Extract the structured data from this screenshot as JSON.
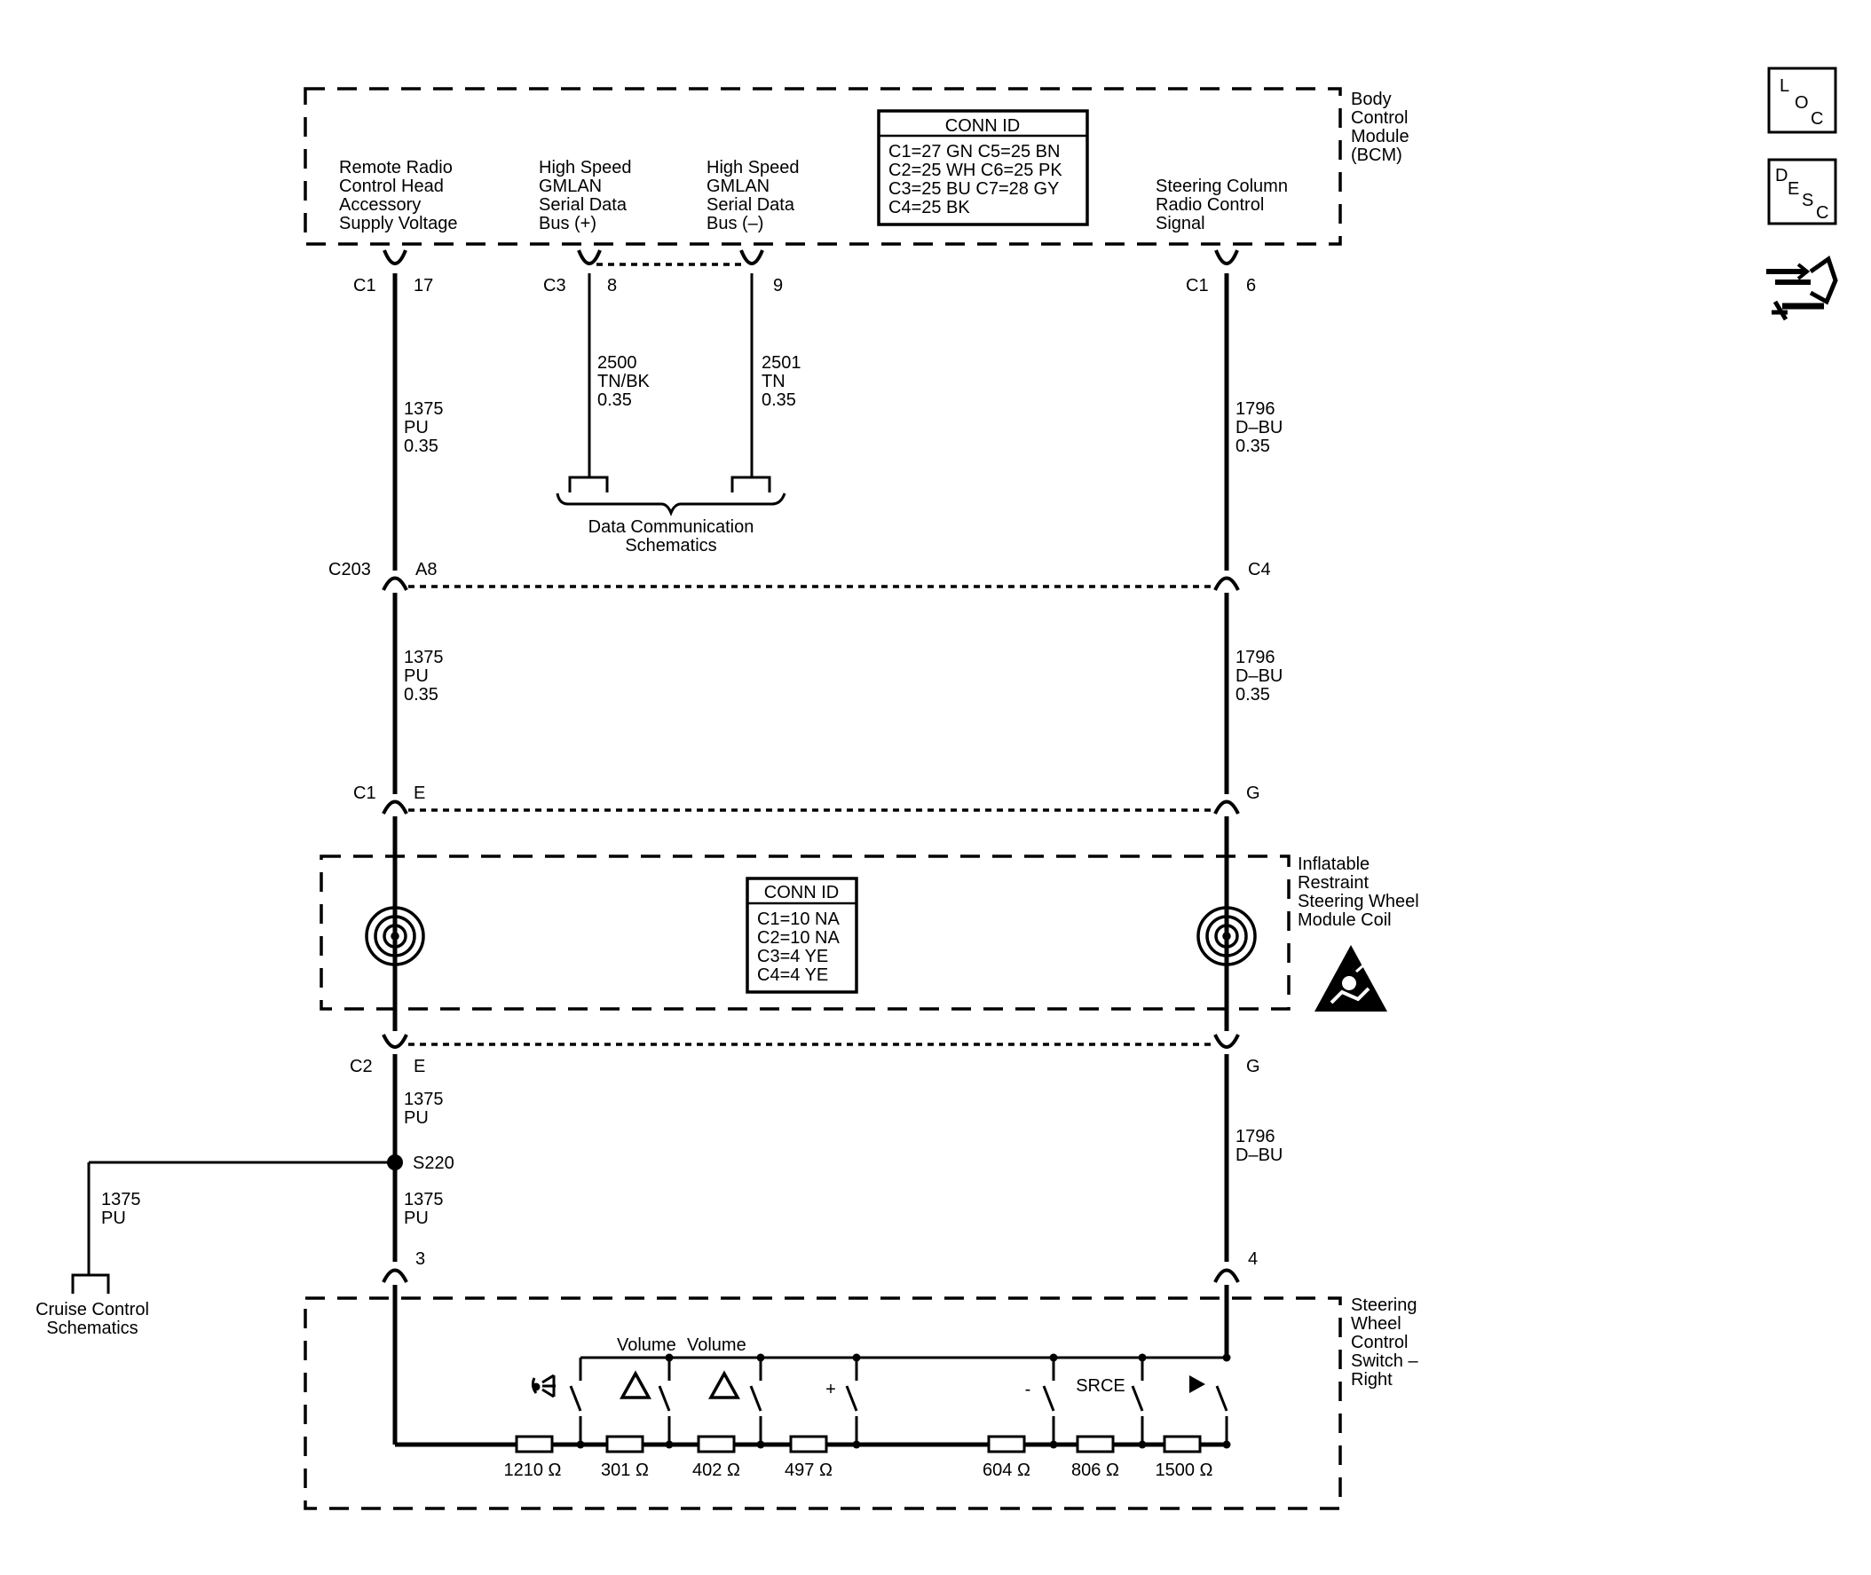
{
  "nav": {
    "loc": [
      "L",
      "O",
      "C"
    ],
    "desc": [
      "D",
      "E",
      "S",
      "C"
    ]
  },
  "bcm": {
    "name": [
      "Body",
      "Control",
      "Module",
      "(BCM)"
    ],
    "conn_title": "CONN ID",
    "conn_rows": [
      "C1=27 GN  C5=25 BN",
      "C2=25 WH C6=25 PK",
      "C3=25 BU  C7=28 GY",
      "C4=25 BK"
    ],
    "sig_remote": [
      "Remote Radio",
      "Control Head",
      "Accessory",
      "Supply Voltage"
    ],
    "sig_gmlan_plus": [
      "High Speed",
      "GMLAN",
      "Serial Data",
      "Bus (+)"
    ],
    "sig_gmlan_minus": [
      "High Speed",
      "GMLAN",
      "Serial Data",
      "Bus (–)"
    ],
    "sig_steering": [
      "Steering Column",
      "Radio Control",
      "Signal"
    ]
  },
  "pins": {
    "bcm_left_conn": "C1",
    "bcm_left_pin": "17",
    "bcm_c3_conn": "C3",
    "bcm_c3_pin8": "8",
    "bcm_c3_pin9": "9",
    "bcm_right_conn": "C1",
    "bcm_right_pin": "6",
    "c203": "C203",
    "c203_left": "A8",
    "c203_right": "C4",
    "coil_top_conn": "C1",
    "coil_top_left": "E",
    "coil_top_right": "G",
    "coil_bot_conn": "C2",
    "coil_bot_left": "E",
    "coil_bot_right": "G",
    "switch_left": "3",
    "switch_right": "4",
    "splice": "S220"
  },
  "wires": {
    "w1375_a": [
      "1375",
      "PU",
      "0.35"
    ],
    "w2500": [
      "2500",
      "TN/BK",
      "0.35"
    ],
    "w2501": [
      "2501",
      "TN",
      "0.35"
    ],
    "w1796_a": [
      "1796",
      "D–BU",
      "0.35"
    ],
    "w1375_b": [
      "1375",
      "PU",
      "0.35"
    ],
    "w1796_b": [
      "1796",
      "D–BU",
      "0.35"
    ],
    "w1375_c": [
      "1375",
      "PU"
    ],
    "w1375_d": [
      "1375",
      "PU"
    ],
    "w1375_e": [
      "1375",
      "PU"
    ],
    "w1796_c": [
      "1796",
      "D–BU"
    ]
  },
  "data_comm": [
    "Data Communication",
    "Schematics"
  ],
  "cruise": [
    "Cruise Control",
    "Schematics"
  ],
  "coil": {
    "name": [
      "Inflatable",
      "Restraint",
      "Steering Wheel",
      "Module Coil"
    ],
    "conn_title": "CONN ID",
    "conn_rows": [
      "C1=10 NA",
      "C2=10 NA",
      "C3=4 YE",
      "C4=4 YE"
    ]
  },
  "switch": {
    "name": [
      "Steering",
      "Wheel",
      "Control",
      "Switch –",
      "Right"
    ],
    "labels": [
      "Volume",
      "Volume",
      "+",
      "-",
      "SRCE"
    ],
    "resistors": [
      "1210 Ω",
      "301 Ω",
      "402 Ω",
      "497 Ω",
      "604 Ω",
      "806 Ω",
      "1500 Ω"
    ]
  }
}
